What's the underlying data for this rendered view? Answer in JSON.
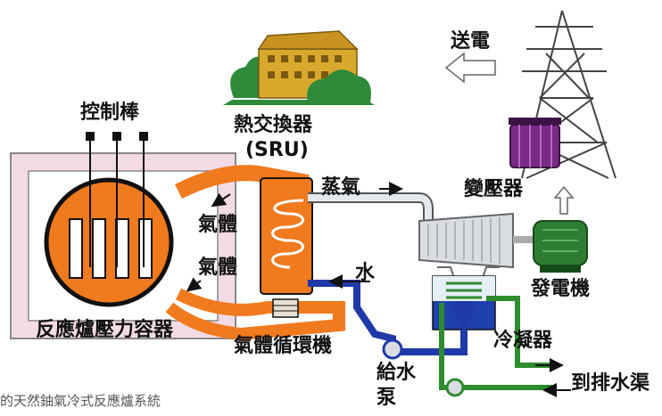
{
  "labels": {
    "control_rods": "控制棒",
    "heat_exchanger": "熱交換器",
    "sru": "(SRU)",
    "steam": "蒸氣",
    "power_transmission": "送電",
    "transformer": "變壓器",
    "gas_upper": "氣體",
    "gas_lower": "氣體",
    "water": "水",
    "generator": "發電機",
    "pressure_vessel": "反應爐壓力容器",
    "gas_circulator": "氣體循環機",
    "feed_pump_line1": "給水",
    "feed_pump_line2": "泵",
    "condenser": "冷凝器",
    "to_drainage": "到排水渠"
  },
  "caption": "的天然鈾氣冷式反應爐系統",
  "colors": {
    "gas_loop": "#f07a1e",
    "water_loop": "#1f3aa8",
    "cooling_loop": "#2e8b2e",
    "steam_pipe": "#d9dde2",
    "containment": "#f3dbe6",
    "generator": "#2f7d34",
    "transformer": "#7a2a86",
    "building": "#d9a92e"
  }
}
